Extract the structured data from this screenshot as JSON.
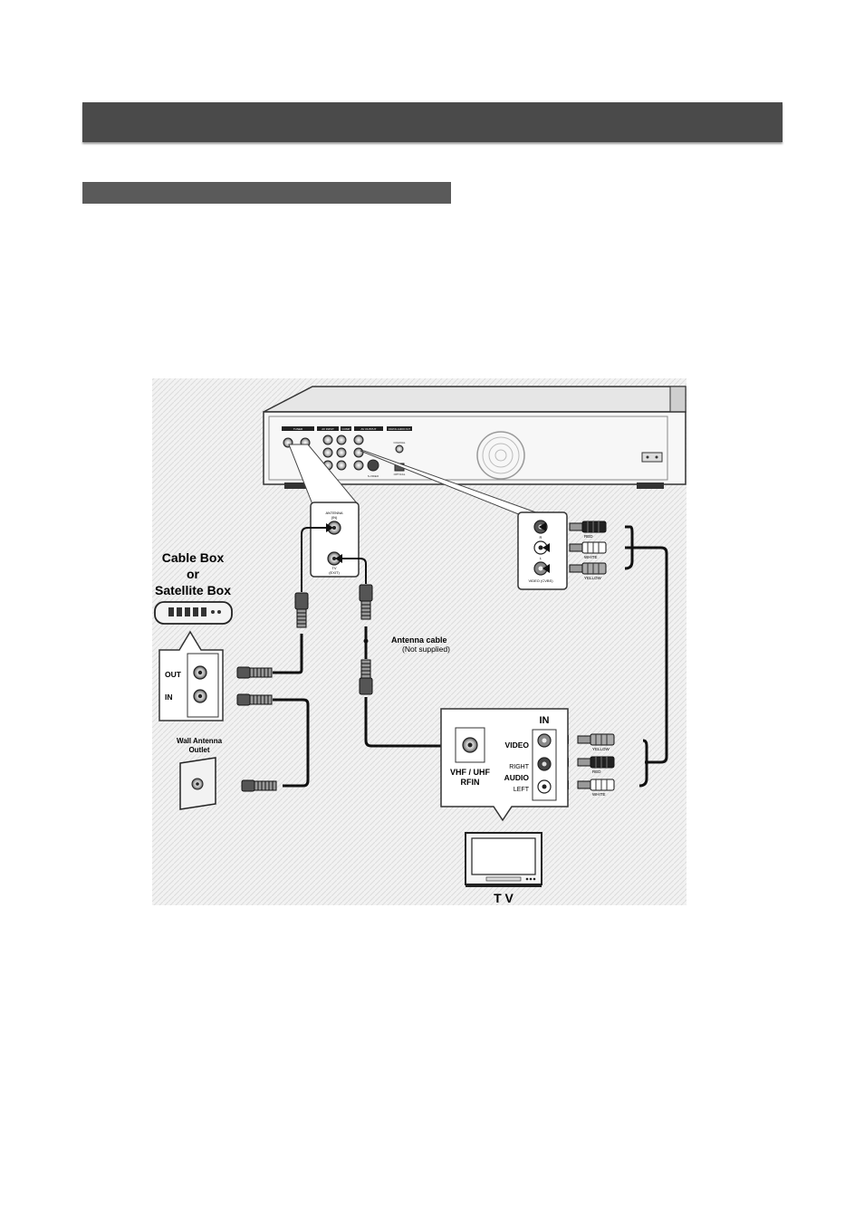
{
  "page": {
    "section_title": "",
    "subsection_title": ""
  },
  "labels": {
    "cable_box_line1": "Cable Box",
    "cable_box_line2": "or",
    "cable_box_line3": "Satellite Box",
    "out": "OUT",
    "in": "IN",
    "wall_antenna_line1": "Wall Antenna",
    "wall_antenna_line2": "Outlet",
    "antenna_cable": "Antenna cable",
    "not_supplied": "(Not supplied)",
    "tv_in": "IN",
    "tv_video": "VIDEO",
    "tv_right": "RIGHT",
    "tv_audio": "AUDIO",
    "tv_left": "LEFT",
    "vhf_uhf": "VHF / UHF",
    "rfin": "RFIN",
    "tv": "T V",
    "antenna_in_line1": "ANTENNA",
    "antenna_in_line2": "(IN)",
    "tv_exit_line1": "TV",
    "tv_exit_line2": "(EXIT)",
    "jack_r": "R",
    "jack_l": "L",
    "video_cvbs": "VIDEO (CVBS)",
    "plug_red": "RED",
    "plug_white": "WHITE",
    "plug_yellow": "YELLOW",
    "tv_plug_yellow": "YELLOW",
    "tv_plug_red": "RED",
    "tv_plug_white": "WHITE",
    "panel_tuner": "TUNER",
    "panel_av_input": "AV INPUT",
    "panel_comp": "COMP",
    "panel_av_output": "AV OUTPUT",
    "panel_digital_audio_out": "DIGITAL AUDIO OUT",
    "panel_coaxial": "COAXIAL",
    "panel_optical": "OPTICAL",
    "panel_svideo": "S-VIDEO"
  },
  "colors": {
    "title_bar": "#4a4a4a",
    "sub_bar": "#5a5a5a",
    "device_body": "#f4f4f4",
    "cable": "#111111"
  }
}
